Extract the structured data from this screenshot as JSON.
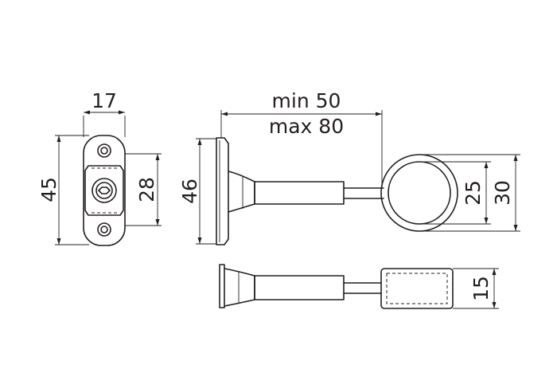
{
  "diagram": {
    "dims": {
      "plate_width": "17",
      "plate_height": "45",
      "slot_height": "28",
      "flange_height": "46",
      "reach_min": "min 50",
      "reach_max": "max 80",
      "ring_inner": "25",
      "ring_outer": "30",
      "cap_height": "15"
    }
  }
}
